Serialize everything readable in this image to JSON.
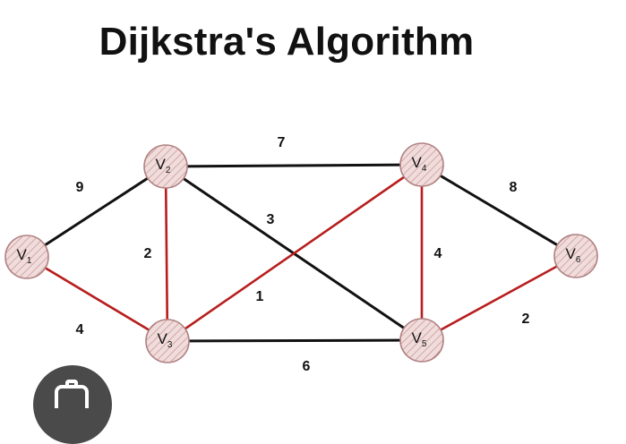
{
  "title": "Dijkstra's Algorithm",
  "colors": {
    "black_edge": "#111111",
    "red_edge": "#b81e1e",
    "node_fill": "#f1dcdc",
    "node_stroke": "#b08080"
  },
  "nodes": [
    {
      "id": "V1",
      "main": "V",
      "sub": "1"
    },
    {
      "id": "V2",
      "main": "V",
      "sub": "2"
    },
    {
      "id": "V3",
      "main": "V",
      "sub": "3"
    },
    {
      "id": "V4",
      "main": "V",
      "sub": "4"
    },
    {
      "id": "V5",
      "main": "V",
      "sub": "5"
    },
    {
      "id": "V6",
      "main": "V",
      "sub": "6"
    }
  ],
  "edges": [
    {
      "from": "V1",
      "to": "V2",
      "weight": "9",
      "highlight": false
    },
    {
      "from": "V1",
      "to": "V3",
      "weight": "4",
      "highlight": true
    },
    {
      "from": "V2",
      "to": "V4",
      "weight": "7",
      "highlight": false
    },
    {
      "from": "V2",
      "to": "V3",
      "weight": "2",
      "highlight": true
    },
    {
      "from": "V2",
      "to": "V5",
      "weight": "3",
      "highlight": false
    },
    {
      "from": "V3",
      "to": "V4",
      "weight": "1",
      "highlight": true
    },
    {
      "from": "V3",
      "to": "V5",
      "weight": "6",
      "highlight": false
    },
    {
      "from": "V4",
      "to": "V5",
      "weight": "4",
      "highlight": true
    },
    {
      "from": "V4",
      "to": "V6",
      "weight": "8",
      "highlight": false
    },
    {
      "from": "V5",
      "to": "V6",
      "weight": "2",
      "highlight": true
    }
  ],
  "overlay": {
    "icon": "camera-icon"
  }
}
